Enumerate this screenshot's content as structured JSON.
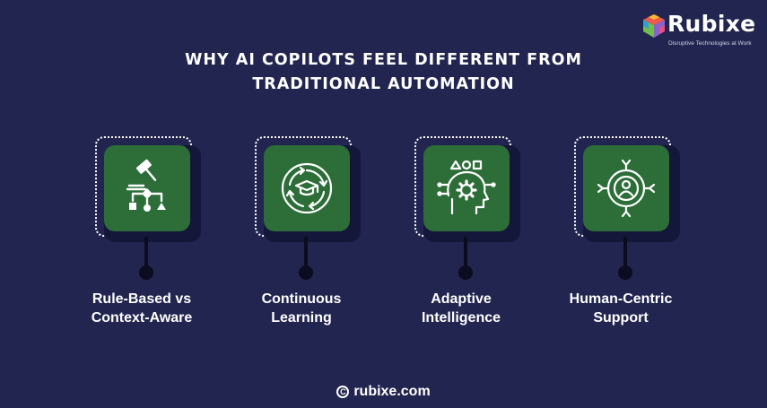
{
  "brand": {
    "name": "Rubixe",
    "tagline": "Disruptive Technologies at Work"
  },
  "title": {
    "line1": "WHY AI COPILOTS FEEL DIFFERENT FROM",
    "line2": "TRADITIONAL AUTOMATION"
  },
  "cards": [
    {
      "label": "Rule-Based vs Context-Aware",
      "icon": "gavel-flowchart-icon"
    },
    {
      "label": "Continuous Learning",
      "icon": "cycle-graduation-cap-icon"
    },
    {
      "label": "Adaptive Intelligence",
      "icon": "head-gear-icon"
    },
    {
      "label": "Human-Centric Support",
      "icon": "user-target-icon"
    }
  ],
  "footer": {
    "website": "rubixe.com"
  },
  "colors": {
    "background": "#22254f",
    "tile": "#2c6d38",
    "tile_shadow": "#15173a",
    "text": "#ffffff"
  }
}
